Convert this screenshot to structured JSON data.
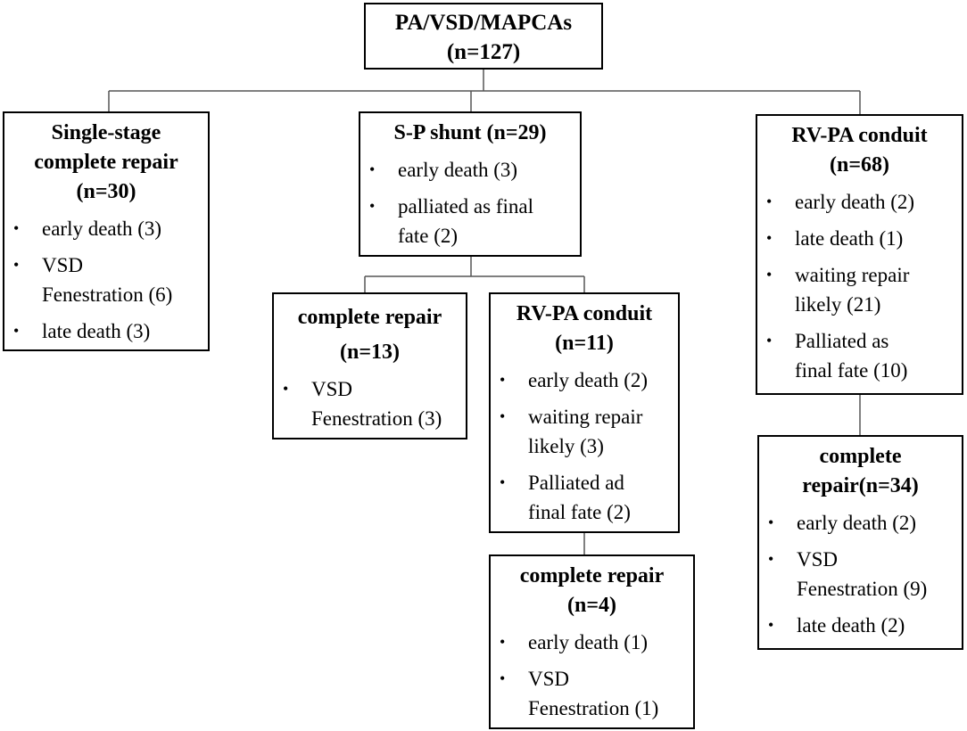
{
  "root": {
    "title": "PA/VSD/MAPCAs",
    "count": "(n=127)"
  },
  "single_stage": {
    "title_lines": [
      "Single-stage",
      "complete repair",
      "(n=30)"
    ],
    "items": [
      [
        "early death (3)"
      ],
      [
        "VSD",
        "Fenestration (6)"
      ],
      [
        "late death (3)"
      ]
    ]
  },
  "sp_shunt": {
    "title_lines": [
      "S-P shunt (n=29)"
    ],
    "items": [
      [
        "early death (3)"
      ],
      [
        "palliated as final",
        "fate (2)"
      ]
    ]
  },
  "rvpa_main": {
    "title_lines": [
      "RV-PA conduit",
      "(n=68)"
    ],
    "items": [
      [
        "early death (2)"
      ],
      [
        "late death (1)"
      ],
      [
        "waiting repair",
        "likely (21)"
      ],
      [
        "Palliated as",
        "final fate (10)"
      ]
    ]
  },
  "sp_complete": {
    "title_lines": [
      "complete repair",
      "(n=13)"
    ],
    "items": [
      [
        "VSD",
        "Fenestration (3)"
      ]
    ]
  },
  "sp_rvpa": {
    "title_lines": [
      "RV-PA conduit",
      "(n=11)"
    ],
    "items": [
      [
        "early death (2)"
      ],
      [
        "waiting repair",
        "likely (3)"
      ],
      [
        "Palliated ad",
        "final fate (2)"
      ]
    ]
  },
  "sp_rvpa_complete": {
    "title_lines": [
      "complete repair",
      "(n=4)"
    ],
    "items": [
      [
        "early death (1)"
      ],
      [
        "VSD",
        "Fenestration (1)"
      ]
    ]
  },
  "rvpa_complete": {
    "title_lines": [
      "complete",
      "repair(n=34)"
    ],
    "items": [
      [
        "early death (2)"
      ],
      [
        "VSD",
        "Fenestration (9)"
      ],
      [
        "late death (2)"
      ]
    ]
  }
}
